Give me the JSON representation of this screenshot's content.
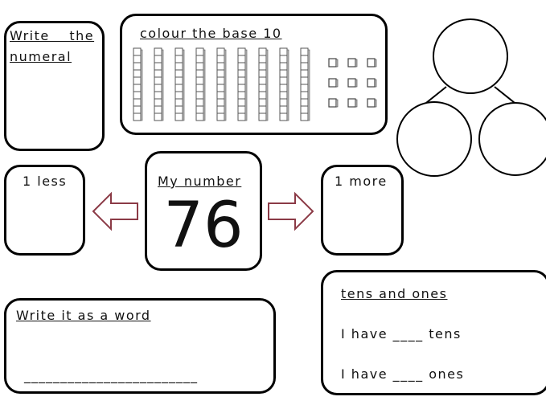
{
  "numeral_box": {
    "title_line1": "Write the",
    "title_line2": "numeral"
  },
  "base10_box": {
    "title": "colour the base 10",
    "tens_rods": 9,
    "ones_cubes": 9
  },
  "one_less": {
    "label": "1 less"
  },
  "my_number": {
    "label": "My number",
    "value": "76"
  },
  "one_more": {
    "label": "1 more"
  },
  "word_box": {
    "title": "Write it as a word",
    "blank": "________________________"
  },
  "tens_ones": {
    "title": "tens and ones",
    "line1": "I have ____ tens",
    "line2": "I have ____ ones"
  },
  "colors": {
    "arrow": "#8b3a46"
  }
}
